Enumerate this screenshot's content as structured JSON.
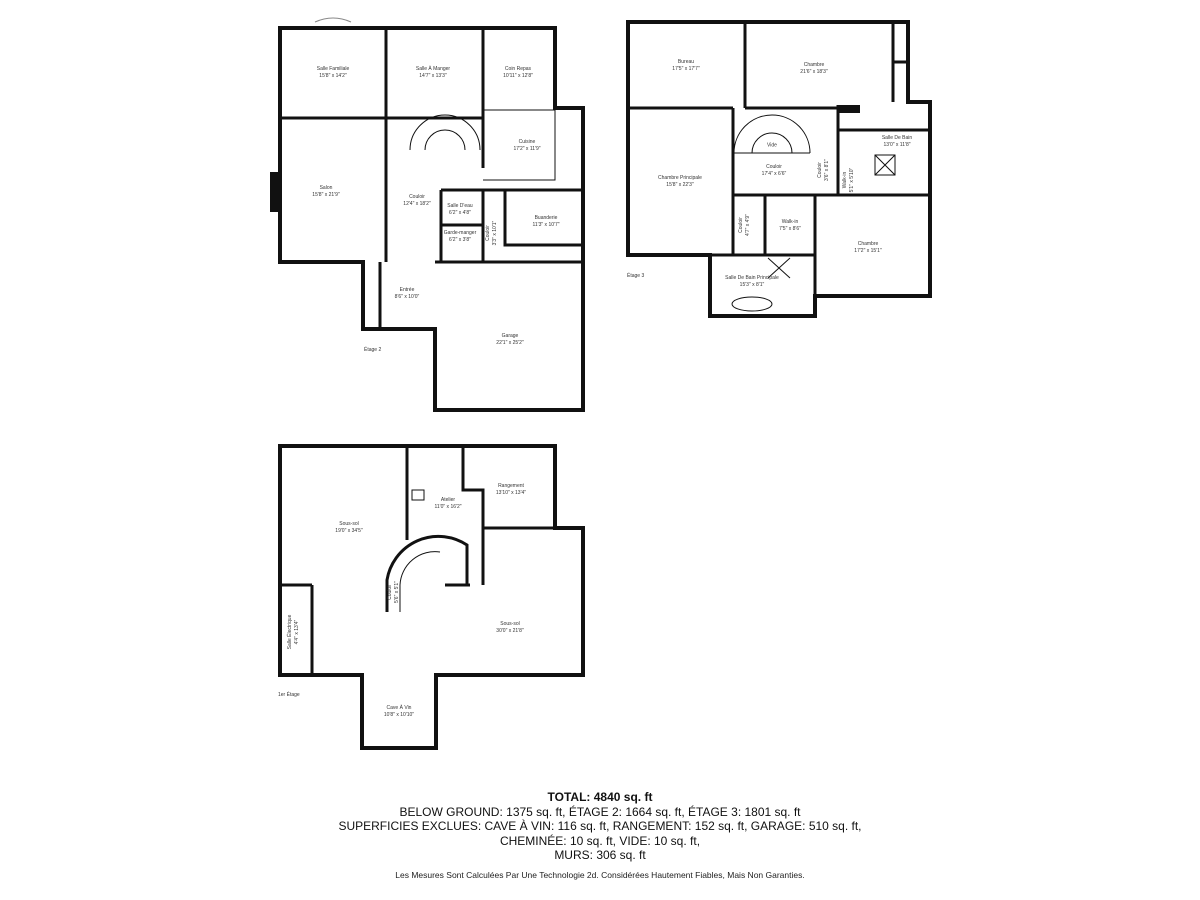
{
  "floors": {
    "etage2": {
      "label": "Étage 2",
      "rooms": [
        {
          "name": "Salle Familiale",
          "dim": "15'8\" x 14'2\""
        },
        {
          "name": "Salle À Manger",
          "dim": "14'7\" x 13'3\""
        },
        {
          "name": "Coin Repas",
          "dim": "10'11\" x 12'8\""
        },
        {
          "name": "Cuisine",
          "dim": "17'2\" x 11'9\""
        },
        {
          "name": "Salon",
          "dim": "15'8\" x 21'9\""
        },
        {
          "name": "Couloir",
          "dim": "12'4\" x 18'2\""
        },
        {
          "name": "Salle D'eau",
          "dim": "6'2\" x 4'8\""
        },
        {
          "name": "Garde-manger",
          "dim": "6'2\" x 3'8\""
        },
        {
          "name": "Couloir",
          "dim": "3'3\" x 10'1\""
        },
        {
          "name": "Buanderie",
          "dim": "11'3\" x 10'7\""
        },
        {
          "name": "Entrée",
          "dim": "8'6\" x 10'0\""
        },
        {
          "name": "Garage",
          "dim": "22'1\" x 25'2\""
        }
      ]
    },
    "etage3": {
      "label": "Étage 3",
      "rooms": [
        {
          "name": "Bureau",
          "dim": "17'5\" x 17'7\""
        },
        {
          "name": "Chambre",
          "dim": "21'6\" x 18'3\""
        },
        {
          "name": "Vide",
          "dim": ""
        },
        {
          "name": "Couloir",
          "dim": "17'4\" x 6'6\""
        },
        {
          "name": "Chambre Principale",
          "dim": "15'8\" x 22'3\""
        },
        {
          "name": "Couloir",
          "dim": "3'6\" x 8'1\""
        },
        {
          "name": "Walk-in",
          "dim": "5'1\" x 5'10\""
        },
        {
          "name": "Salle De Bain",
          "dim": "13'0\" x 11'8\""
        },
        {
          "name": "Couloir",
          "dim": "4'7\" x 4'9\""
        },
        {
          "name": "Walk-in",
          "dim": "7'5\" x 8'6\""
        },
        {
          "name": "Chambre",
          "dim": "17'2\" x 15'1\""
        },
        {
          "name": "Salle De Bain Principale",
          "dim": "15'3\" x 8'1\""
        }
      ]
    },
    "etage1": {
      "label": "1er Étage",
      "rooms": [
        {
          "name": "Sous-sol",
          "dim": "19'0\" x 34'5\""
        },
        {
          "name": "Atelier",
          "dim": "11'0\" x 16'2\""
        },
        {
          "name": "Rangement",
          "dim": "13'10\" x 13'4\""
        },
        {
          "name": "Couloir",
          "dim": "5'6\" x 5'1\""
        },
        {
          "name": "Sous-sol",
          "dim": "30'0\" x 21'8\""
        },
        {
          "name": "Salle Électrique",
          "dim": "4'4\" x 13'4\""
        },
        {
          "name": "Cave À Vin",
          "dim": "10'8\" x 10'10\""
        }
      ]
    }
  },
  "summary": {
    "total": "TOTAL: 4840 sq. ft",
    "line1": "BELOW GROUND: 1375 sq. ft, ÉTAGE 2: 1664 sq. ft, ÉTAGE 3: 1801 sq. ft",
    "line2": "SUPERFICIES EXCLUES: CAVE À VIN: 116 sq. ft, RANGEMENT: 152 sq. ft, GARAGE: 510 sq. ft,",
    "line3": "CHEMINÉE: 10 sq. ft, VIDE: 10 sq. ft,",
    "line4": "MURS: 306 sq. ft"
  },
  "disclaimer": "Les Mesures Sont Calculées Par Une Technologie 2d. Considérées Hautement Fiables, Mais Non Garanties."
}
